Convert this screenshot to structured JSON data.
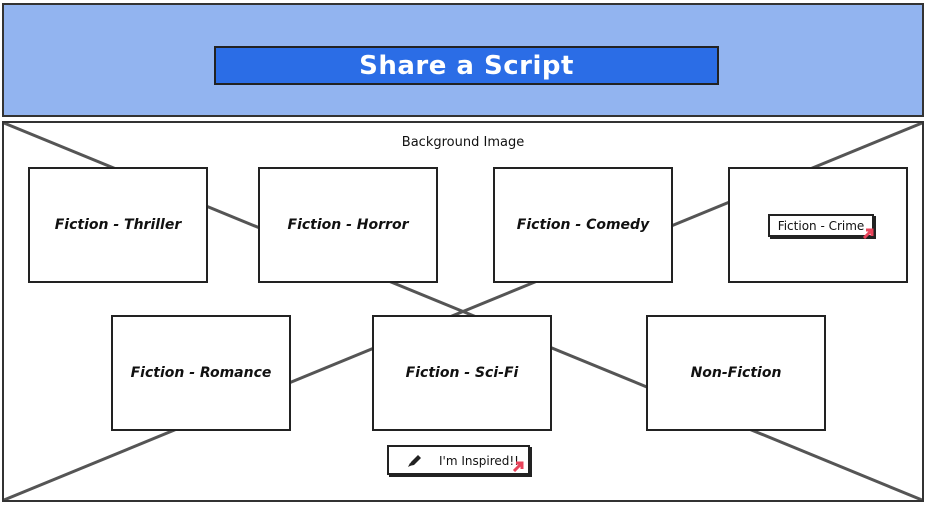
{
  "header": {
    "title": "Share a Script",
    "background_color": "#92b4f0",
    "title_color": "#2b6de6"
  },
  "background_image": {
    "label": "Background Image"
  },
  "categories": [
    {
      "label": "Fiction - Thriller"
    },
    {
      "label": "Fiction - Horror"
    },
    {
      "label": "Fiction - Comedy"
    },
    {
      "label": "Fiction - Crime",
      "style": "button"
    },
    {
      "label": "Fiction - Romance"
    },
    {
      "label": "Fiction - Sci-Fi"
    },
    {
      "label": "Non-Fiction"
    }
  ],
  "inspired_button": {
    "label": "I'm Inspired!!",
    "icon": "pencil-icon"
  },
  "cursor": {
    "icon": "link-cursor-icon",
    "color": "#e8435a"
  }
}
